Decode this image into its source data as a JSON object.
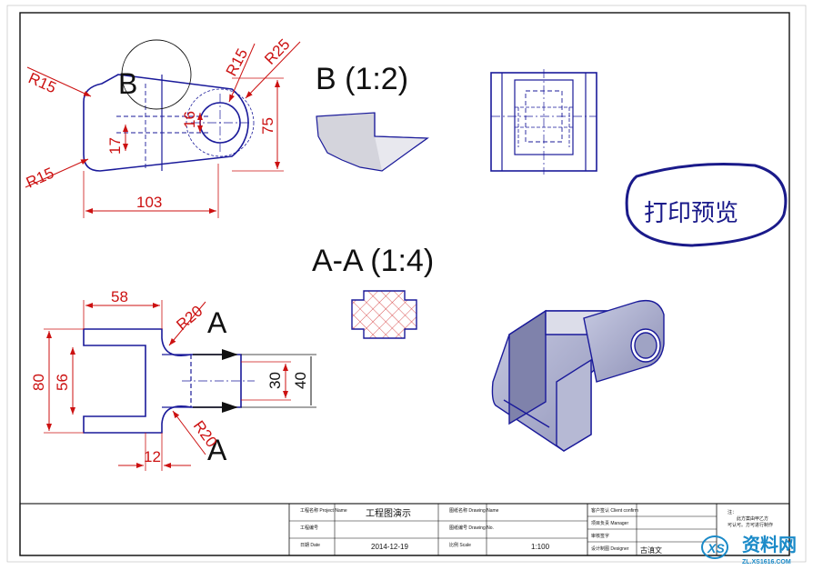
{
  "views": {
    "top": {
      "dims": [
        "R15",
        "R15",
        "R25",
        "16",
        "17",
        "75",
        "103"
      ],
      "label": "B"
    },
    "front": {
      "dims": [
        "58",
        "R20",
        "R20",
        "80",
        "56",
        "30",
        "40",
        "12"
      ],
      "arrow_a": "A"
    },
    "detail_b": {
      "title": "B (1:2)"
    },
    "section_aa": {
      "title": "A-A (1:4)"
    }
  },
  "stamp": {
    "text": "打印预览"
  },
  "title_block": {
    "project_name_label": "工程名称\nProject Name",
    "drawing_name_label": "图纸名称\nDrawing Name",
    "drawing_name": "工程图演示",
    "project_no_label": "工程编号",
    "drawing_no_label": "图纸编号\nDrawing No.",
    "date_label": "日期\nDate",
    "date": "2014-12-19",
    "scale_label": "比例\nScale",
    "scale": "1:100",
    "client_label": "客户签认\nClient confirm",
    "manager_label": "项目负责\nManager",
    "review_label": "审核签字",
    "designer_label": "设计制图\nDesigner",
    "designer": "古滇文",
    "notes_label": "注：",
    "notes_1": "此方案由甲乙方",
    "notes_2": "可认可。方可进行制作"
  },
  "watermark": {
    "site": "资料网",
    "url": "ZL.XS1616.COM"
  },
  "colors": {
    "geometry": "#1a1a9a",
    "dimension": "#cc1111",
    "text": "#111111",
    "fill": "#d4d4dc",
    "iso": "#9fa3c4"
  }
}
